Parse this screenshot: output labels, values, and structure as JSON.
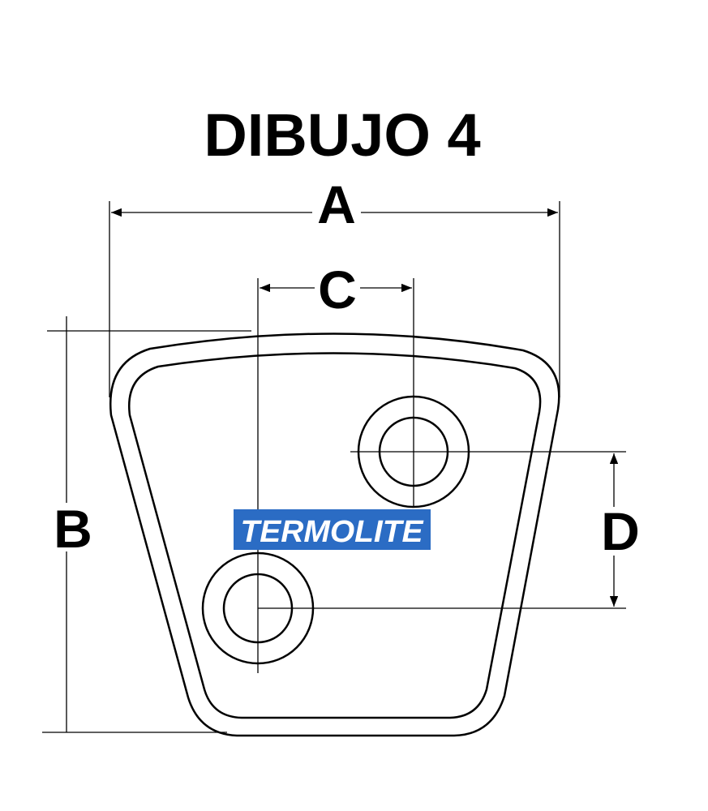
{
  "title": "DIBUJO 4",
  "dimensions": {
    "a": "A",
    "b": "B",
    "c": "C",
    "d": "D"
  },
  "logo": {
    "text": "TERMOLITE",
    "color": "#2b6cc4"
  }
}
